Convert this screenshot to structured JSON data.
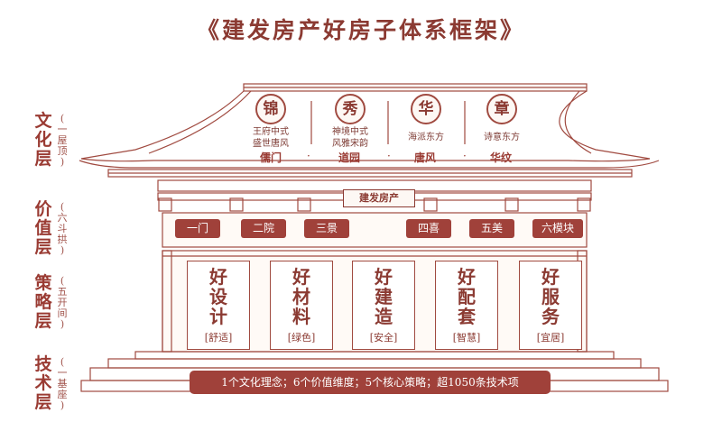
{
  "title": "《建发房产好房子体系框架》",
  "layers": [
    {
      "name": "文化层",
      "sub": "(一屋顶)"
    },
    {
      "name": "价值层",
      "sub": "(六斗拱)"
    },
    {
      "name": "策略层",
      "sub": "(五开间)"
    },
    {
      "name": "技术层",
      "sub": "(一基座)"
    }
  ],
  "culture": {
    "jewels": [
      {
        "char": "锦",
        "desc": "王府中式 盛世唐风",
        "virtue": "儒门"
      },
      {
        "char": "秀",
        "desc": "神境中式 风雅宋韵",
        "virtue": "道园"
      },
      {
        "char": "华",
        "desc": "海派东方",
        "virtue": "唐风"
      },
      {
        "char": "章",
        "desc": "诗意东方",
        "virtue": "华纹"
      }
    ],
    "separator": "·"
  },
  "plaque": "建发房产",
  "values": [
    "一门",
    "二院",
    "三景",
    "四喜",
    "五美",
    "六模块"
  ],
  "strategies": [
    {
      "name": "好设计",
      "tag": "[舒适]"
    },
    {
      "name": "好材料",
      "tag": "[绿色]"
    },
    {
      "name": "好建造",
      "tag": "[安全]"
    },
    {
      "name": "好配套",
      "tag": "[智慧]"
    },
    {
      "name": "好服务",
      "tag": "[宜居]"
    }
  ],
  "base_banner": "1个文化理念；6个价值维度；5个核心策略；超1050条技术项",
  "colors": {
    "primary": "#8b3a32",
    "fill": "#a0413a",
    "line": "#a04a40"
  }
}
